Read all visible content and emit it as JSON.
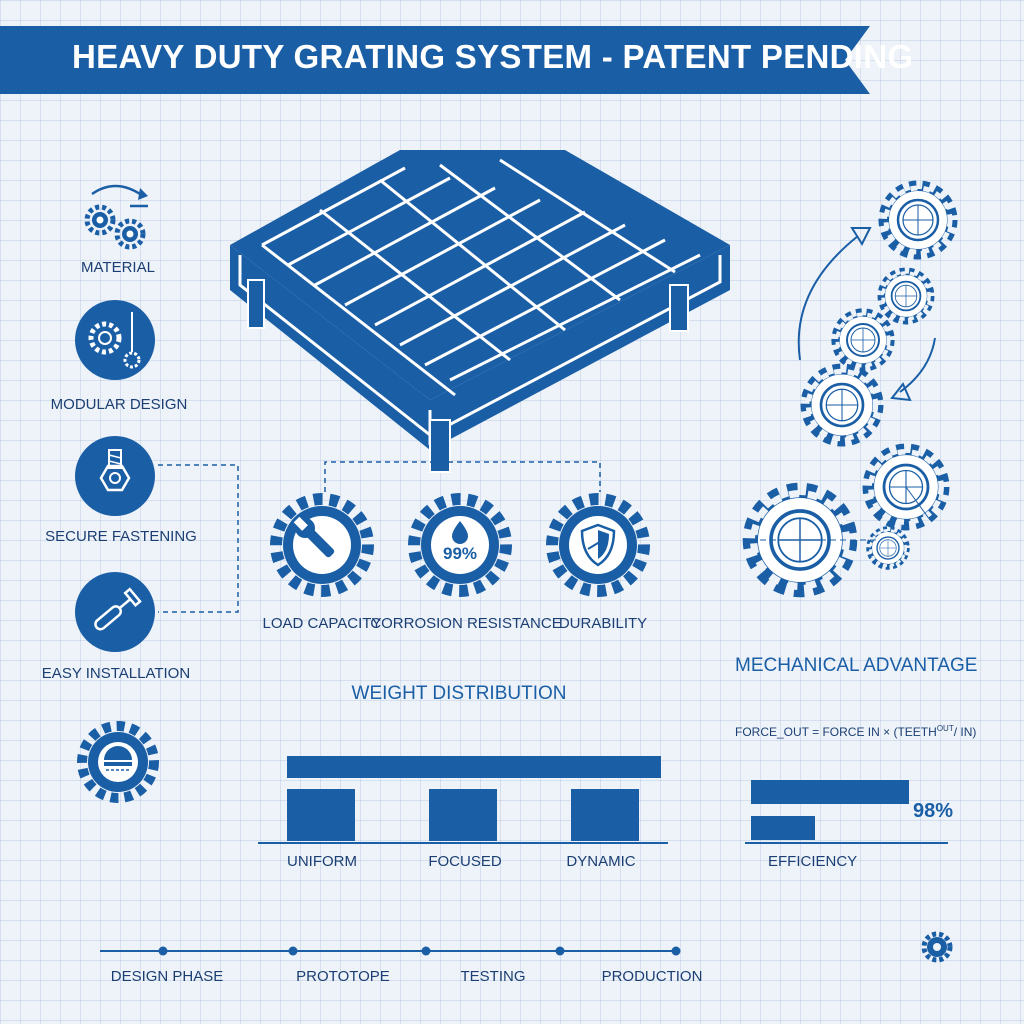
{
  "title": "HEAVY DUTY GRATING SYSTEM - PATENT PENDING",
  "features": [
    {
      "label": "MATERIAL",
      "icon": "gears-icon"
    },
    {
      "label": "MODULAR DESIGN",
      "icon": "gear-module-icon"
    },
    {
      "label": "SECURE FASTENING",
      "icon": "bolt-nut-icon"
    },
    {
      "label": "EASY INSTALLATION",
      "icon": "install-tool-icon"
    }
  ],
  "properties": [
    {
      "label": "LOAD CAPACITY",
      "icon": "wrench-icon"
    },
    {
      "label": "CORROSION RESISTANCE",
      "icon": "droplet-icon",
      "value": "99%"
    },
    {
      "label": "DURABILITY",
      "icon": "shield-icon"
    }
  ],
  "weight_distribution": {
    "title": "WEIGHT DISTRIBUTION",
    "labels": [
      "UNIFORM",
      "FOCUSED",
      "DYNAMIC"
    ]
  },
  "mechanical_advantage": {
    "title": "MECHANICAL ADVANTAGE",
    "formula": "FORCE_OUT = FORCE IN × (TEETH",
    "formula_sup": "OUT",
    "formula_tail": "/ IN)",
    "efficiency_value": "98%",
    "efficiency_label": "EFFICIENCY",
    "efficiency_fraction": 0.98
  },
  "timeline": [
    "DESIGN PHASE",
    "PROTOTOPE",
    "TESTING",
    "PRODUCTION"
  ],
  "colors": {
    "primary": "#1a5ea6",
    "background": "#eef3f9",
    "text": "#1b3f73"
  }
}
